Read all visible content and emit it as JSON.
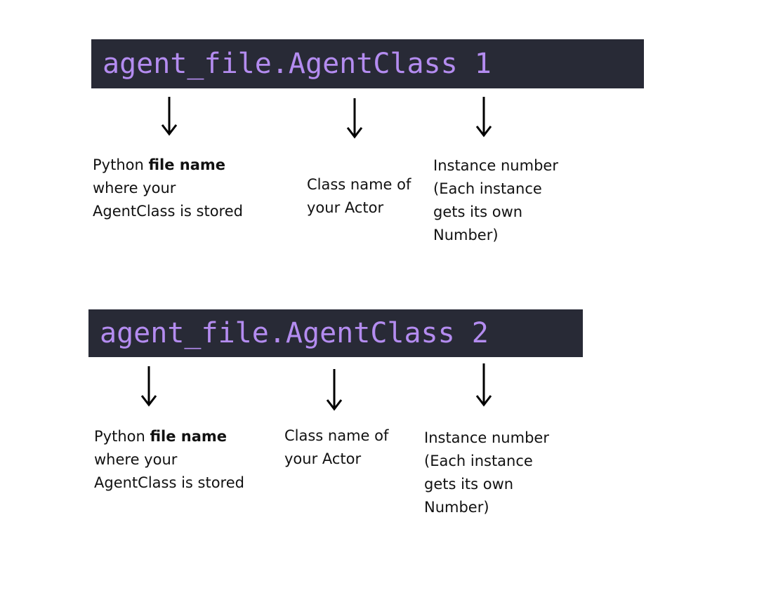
{
  "examples": [
    {
      "code": "agent_file.AgentClass 1",
      "labels": {
        "file": {
          "prefix": "Python ",
          "bold": "file name",
          "line2": "where your",
          "line3": "AgentClass is stored"
        },
        "class": {
          "line1": "Class name of",
          "line2": "your Actor"
        },
        "instance": {
          "line1": "Instance number",
          "line2": "(Each instance",
          "line3": "gets its own",
          "line4": "Number)"
        }
      }
    },
    {
      "code": "agent_file.AgentClass 2",
      "labels": {
        "file": {
          "prefix": "Python ",
          "bold": "file name",
          "line2": "where your",
          "line3": "AgentClass is stored"
        },
        "class": {
          "line1": "Class name of",
          "line2": "your Actor"
        },
        "instance": {
          "line1": "Instance number",
          "line2": "(Each instance",
          "line3": "gets its own",
          "line4": "Number)"
        }
      }
    }
  ],
  "colors": {
    "code_background": "#282a36",
    "code_text": "#b48cf0",
    "arrow": "#000000"
  },
  "icons": {
    "arrow": "arrow-down-icon"
  }
}
